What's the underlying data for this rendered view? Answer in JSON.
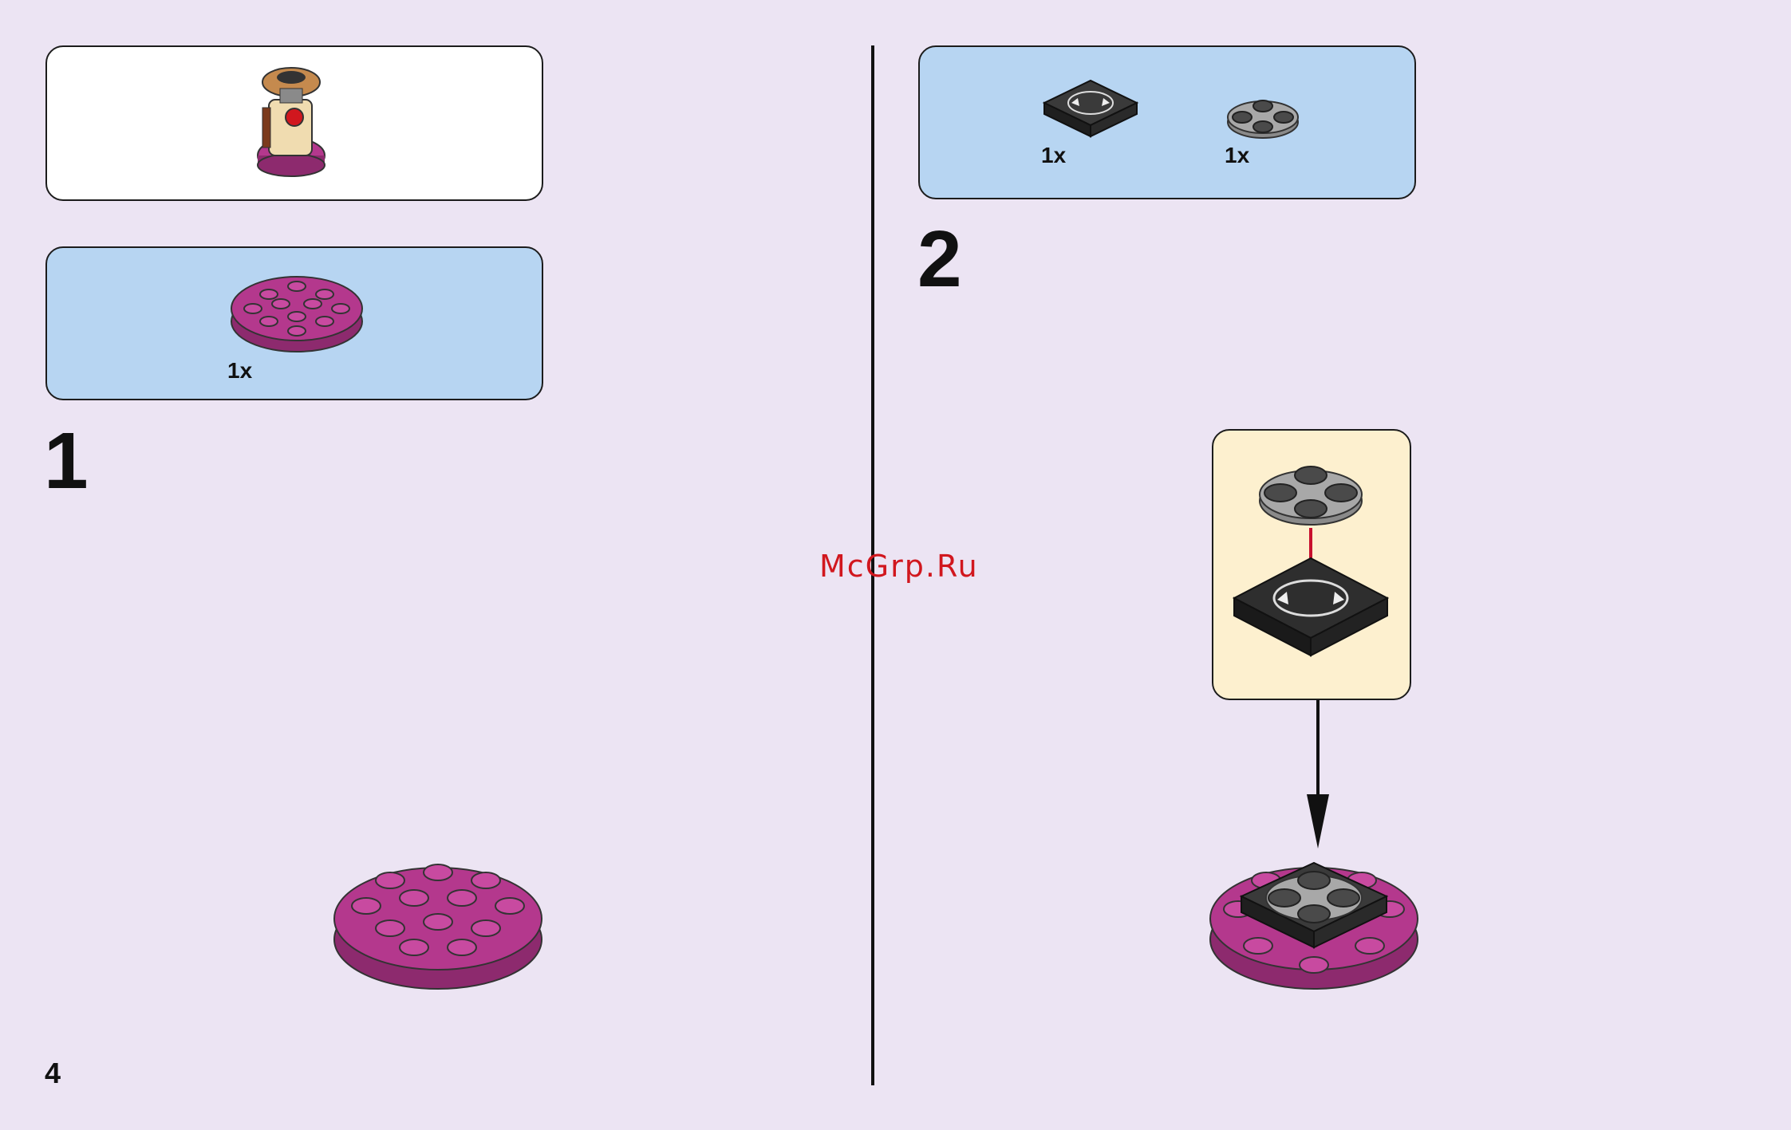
{
  "page": {
    "number": "4",
    "watermark": "McGrp.Ru"
  },
  "step1": {
    "number": "1",
    "parts": [
      {
        "name": "round plate magenta",
        "qty": "1x"
      }
    ]
  },
  "step2": {
    "number": "2",
    "parts": [
      {
        "name": "black tile with turntable base",
        "qty": "1x"
      },
      {
        "name": "grey round plate",
        "qty": "1x"
      }
    ]
  },
  "colors": {
    "background": "#ece4f3",
    "parts_box": "#b7d5f2",
    "callout_box": "#fdf0cf",
    "magenta": "#b4388d",
    "grey": "#9c9c9c",
    "black": "#2a2a2a",
    "arrow_red": "#c8102e"
  }
}
